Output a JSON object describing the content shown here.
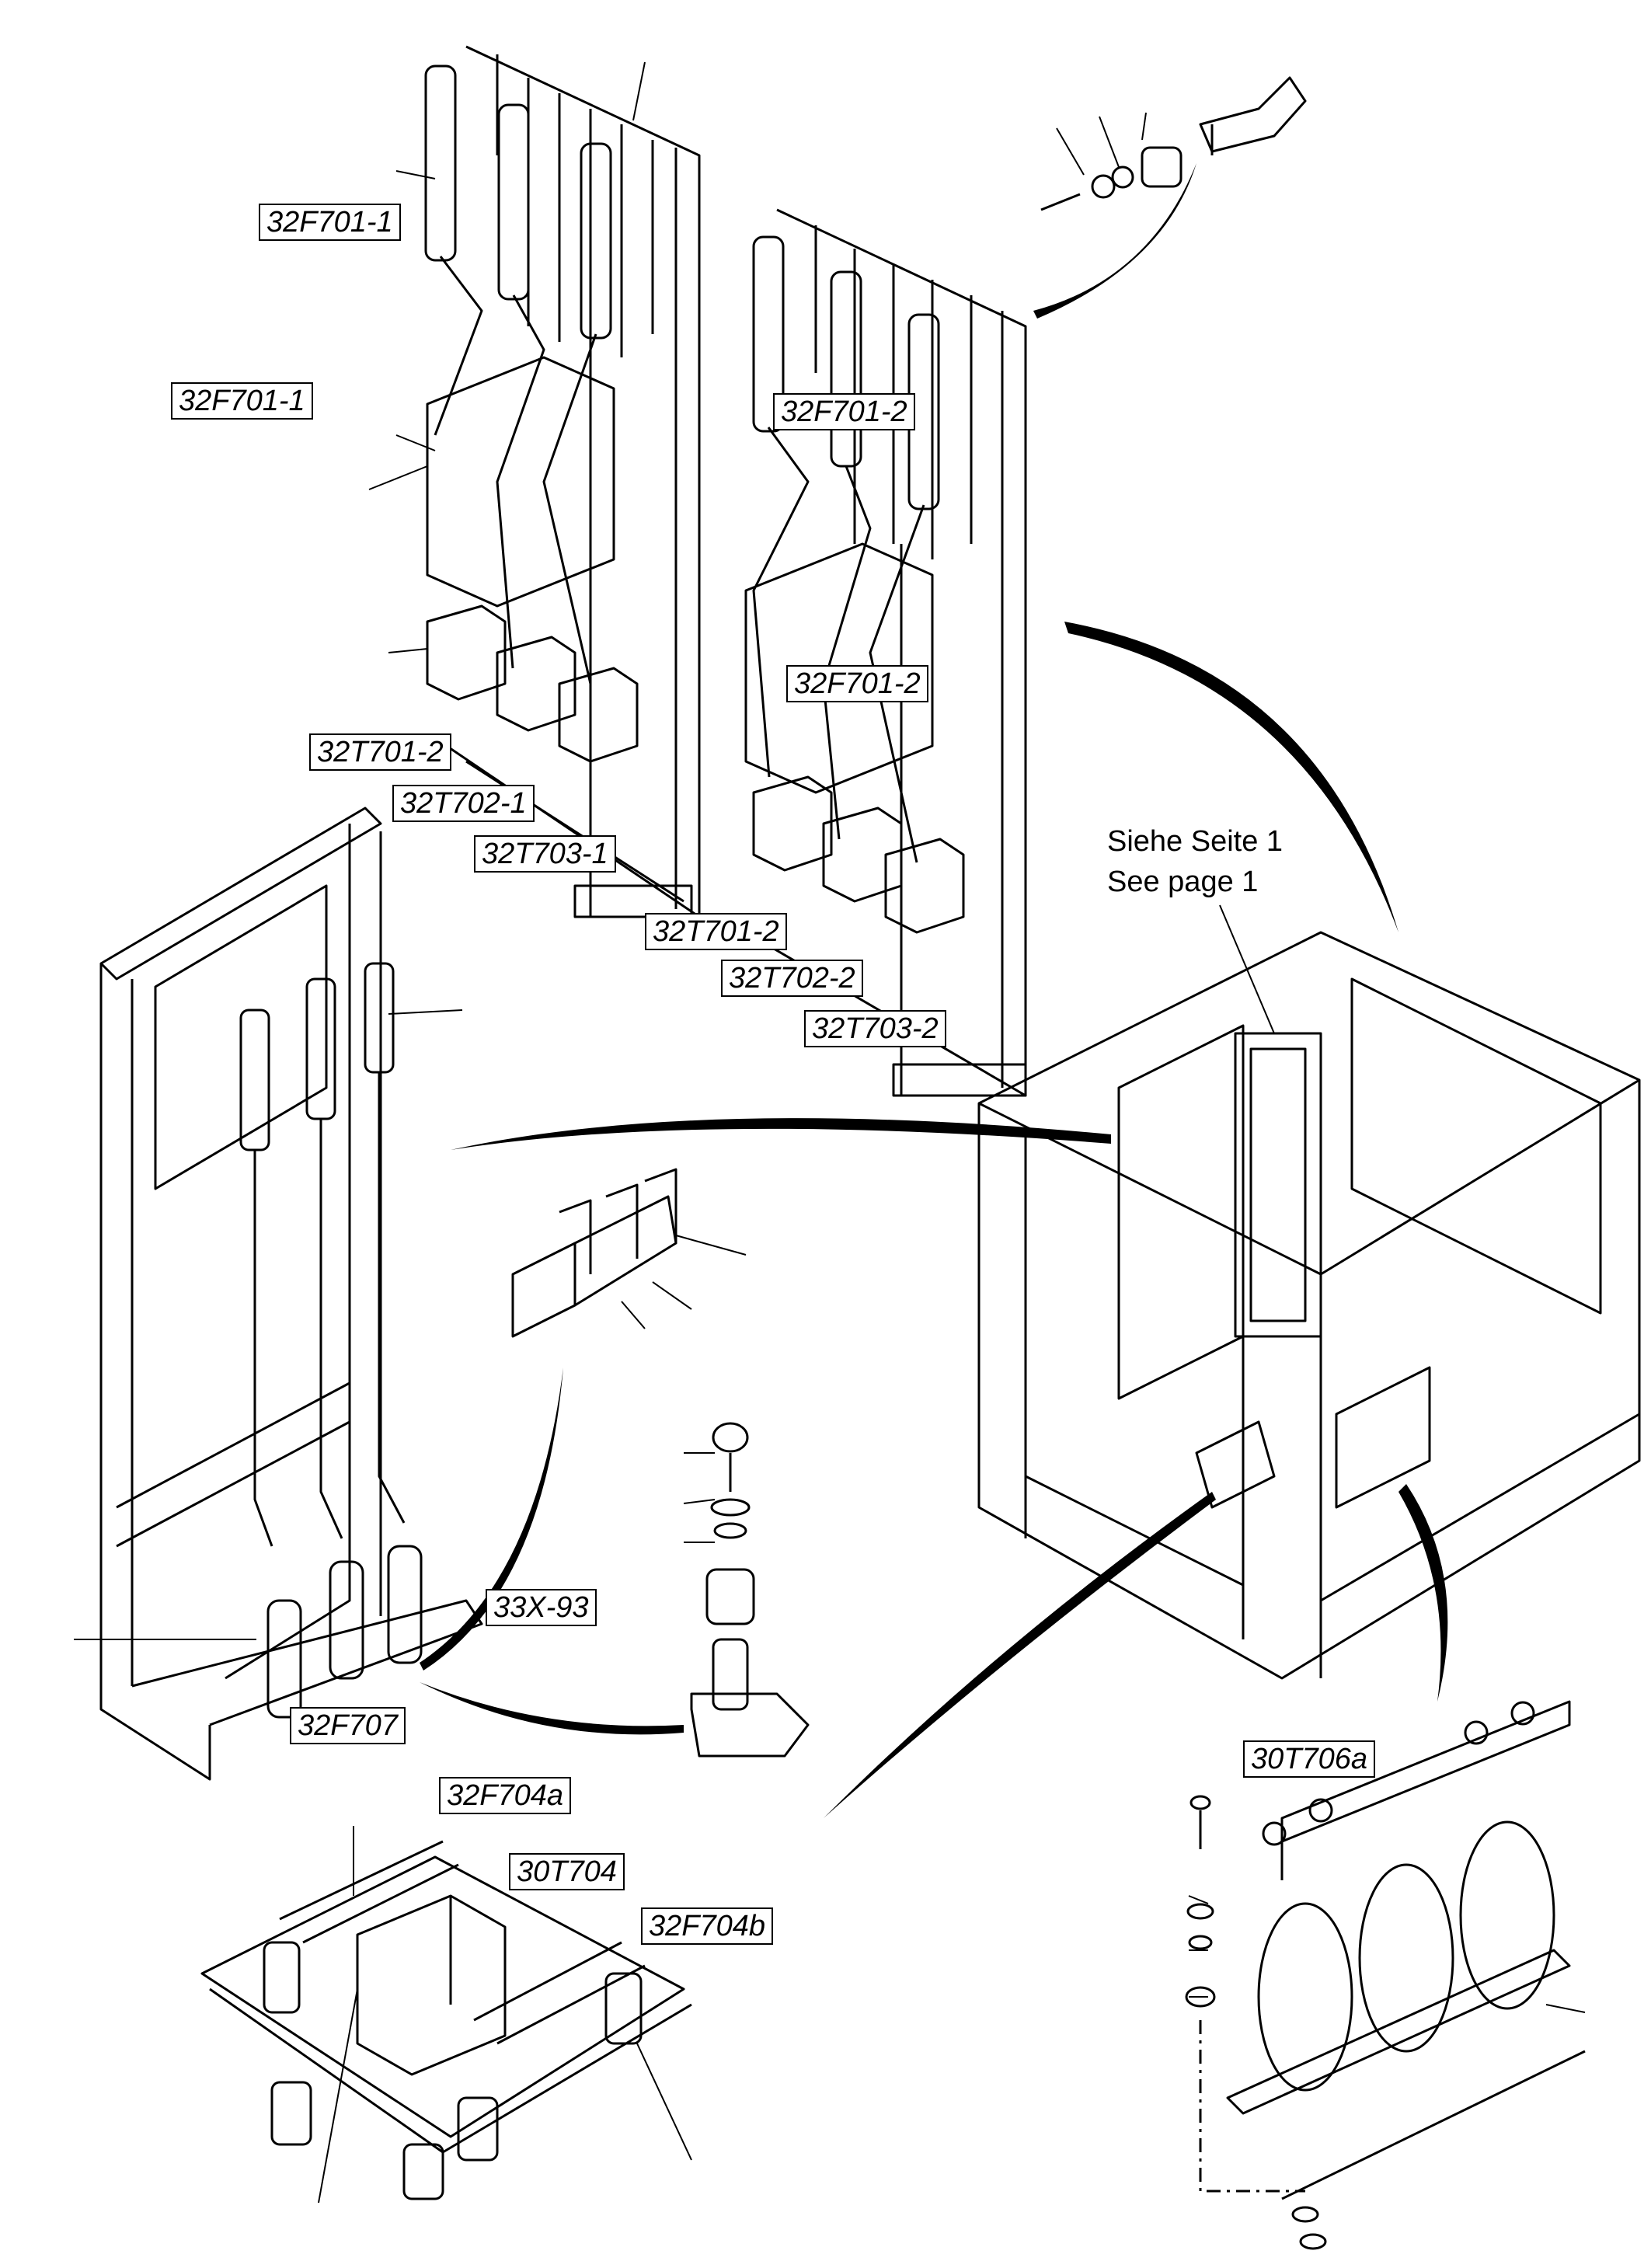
{
  "labels": {
    "f701_1_top": "32F701-1",
    "f701_1_mid": "32F701-1",
    "f701_2_top": "32F701-2",
    "f701_2_mid": "32F701-2",
    "t701_2_a": "32T701-2",
    "t702_1": "32T702-1",
    "t703_1": "32T703-1",
    "t701_2_b": "32T701-2",
    "t702_2": "32T702-2",
    "t703_2": "32T703-2",
    "x93": "33X-93",
    "f707": "32F707",
    "f704a": "32F704a",
    "t704": "30T704",
    "f704b": "32F704b",
    "t706a": "30T706a"
  },
  "note": {
    "line1": "Siehe Seite 1",
    "line2": "See page 1"
  }
}
